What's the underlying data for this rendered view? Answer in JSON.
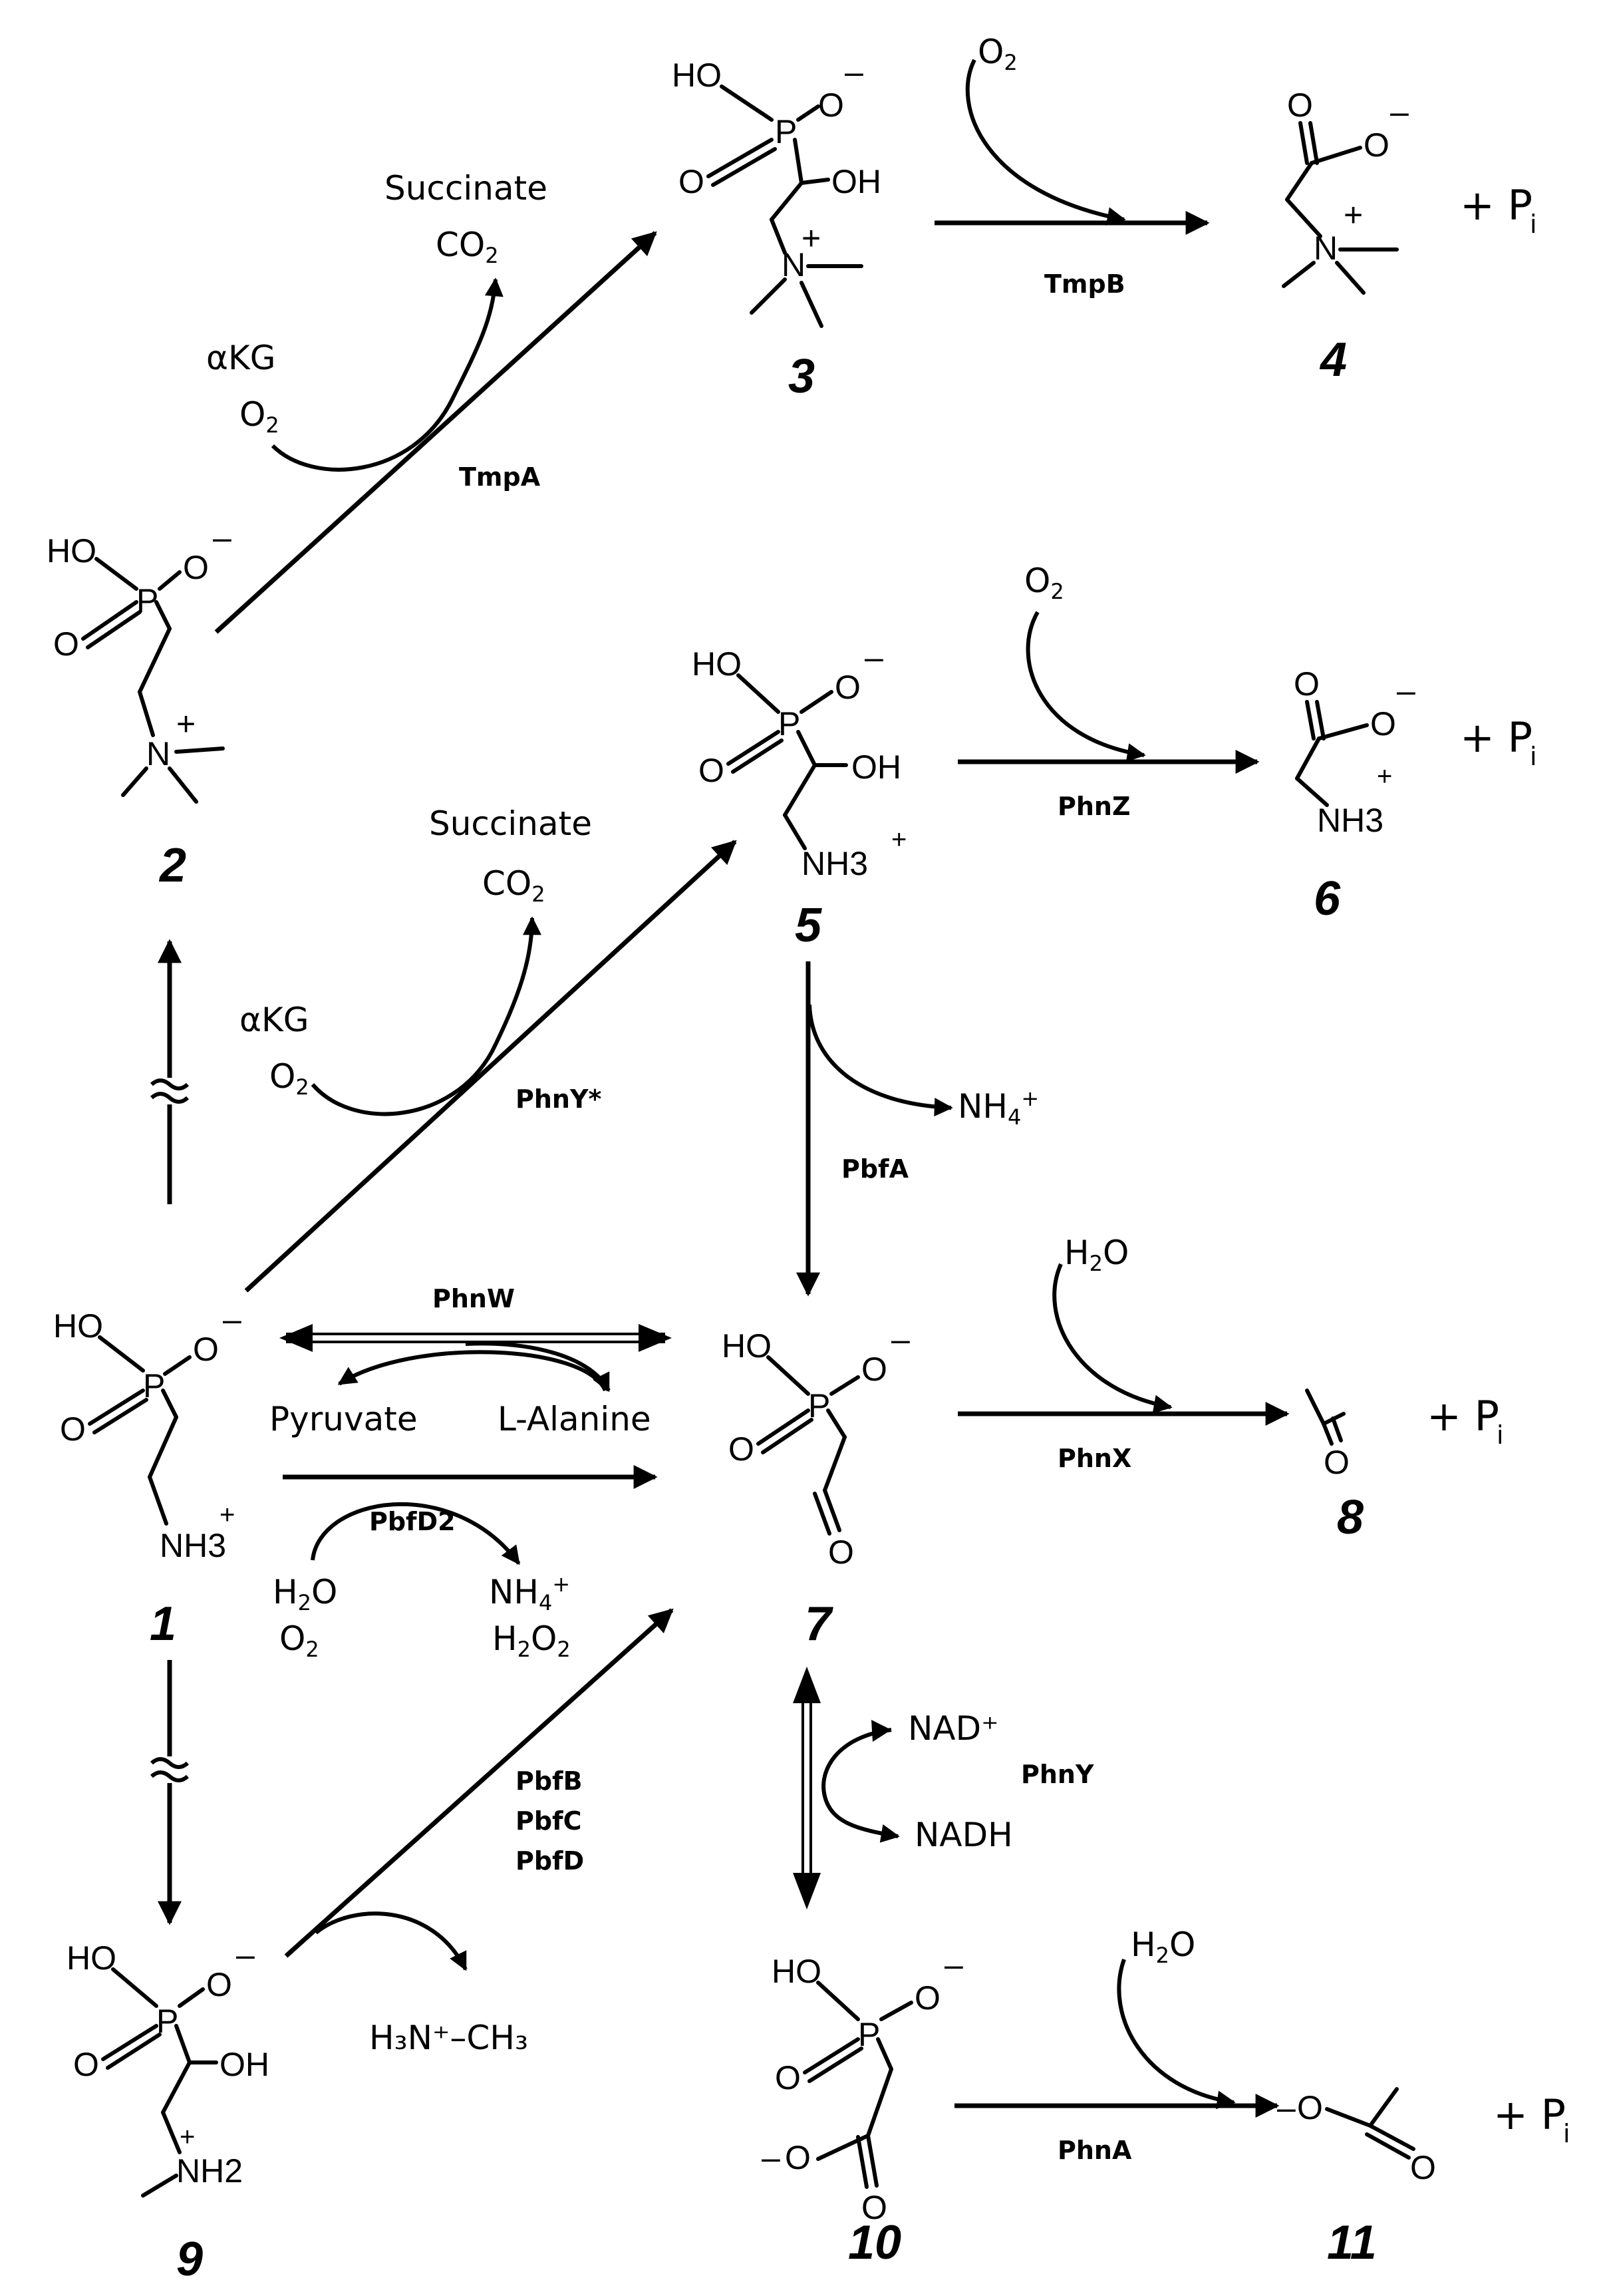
{
  "compounds": {
    "c1": {
      "number": "1"
    },
    "c2": {
      "number": "2"
    },
    "c3": {
      "number": "3"
    },
    "c4": {
      "number": "4"
    },
    "c5": {
      "number": "5"
    },
    "c6": {
      "number": "6"
    },
    "c7": {
      "number": "7"
    },
    "c8": {
      "number": "8"
    },
    "c9": {
      "number": "9"
    },
    "c10": {
      "number": "10"
    },
    "c11": {
      "number": "11"
    }
  },
  "enzymes": {
    "tmpa": "TmpA",
    "tmpb": "TmpB",
    "phnz": "PhnZ",
    "phny_star": "PhnY*",
    "pbfa": "PbfA",
    "phnw": "PhnW",
    "pbfd2": "PbfD2",
    "phnx": "PhnX",
    "pbfb": "PbfB",
    "pbfc": "PbfC",
    "pbfd": "PbfD",
    "phny": "PhnY",
    "phna": "PhnA"
  },
  "cofactors": {
    "succinate": "Succinate",
    "akg": "αKG",
    "pyruvate": "Pyruvate",
    "l_alanine": "L-Alanine",
    "nad_plus": "NAD⁺",
    "nadh": "NADH",
    "methylammonium": "H₃N⁺–CH₃"
  },
  "plus_pi": "+ P",
  "pi_subscript": "i",
  "atoms": {
    "ho": "HO",
    "oh": "OH",
    "o": "O",
    "o_minus": "O⁻",
    "p": "P",
    "n": "N",
    "nh3": "NH3",
    "nh2": "NH2",
    "plus": "+",
    "minus": "–"
  }
}
